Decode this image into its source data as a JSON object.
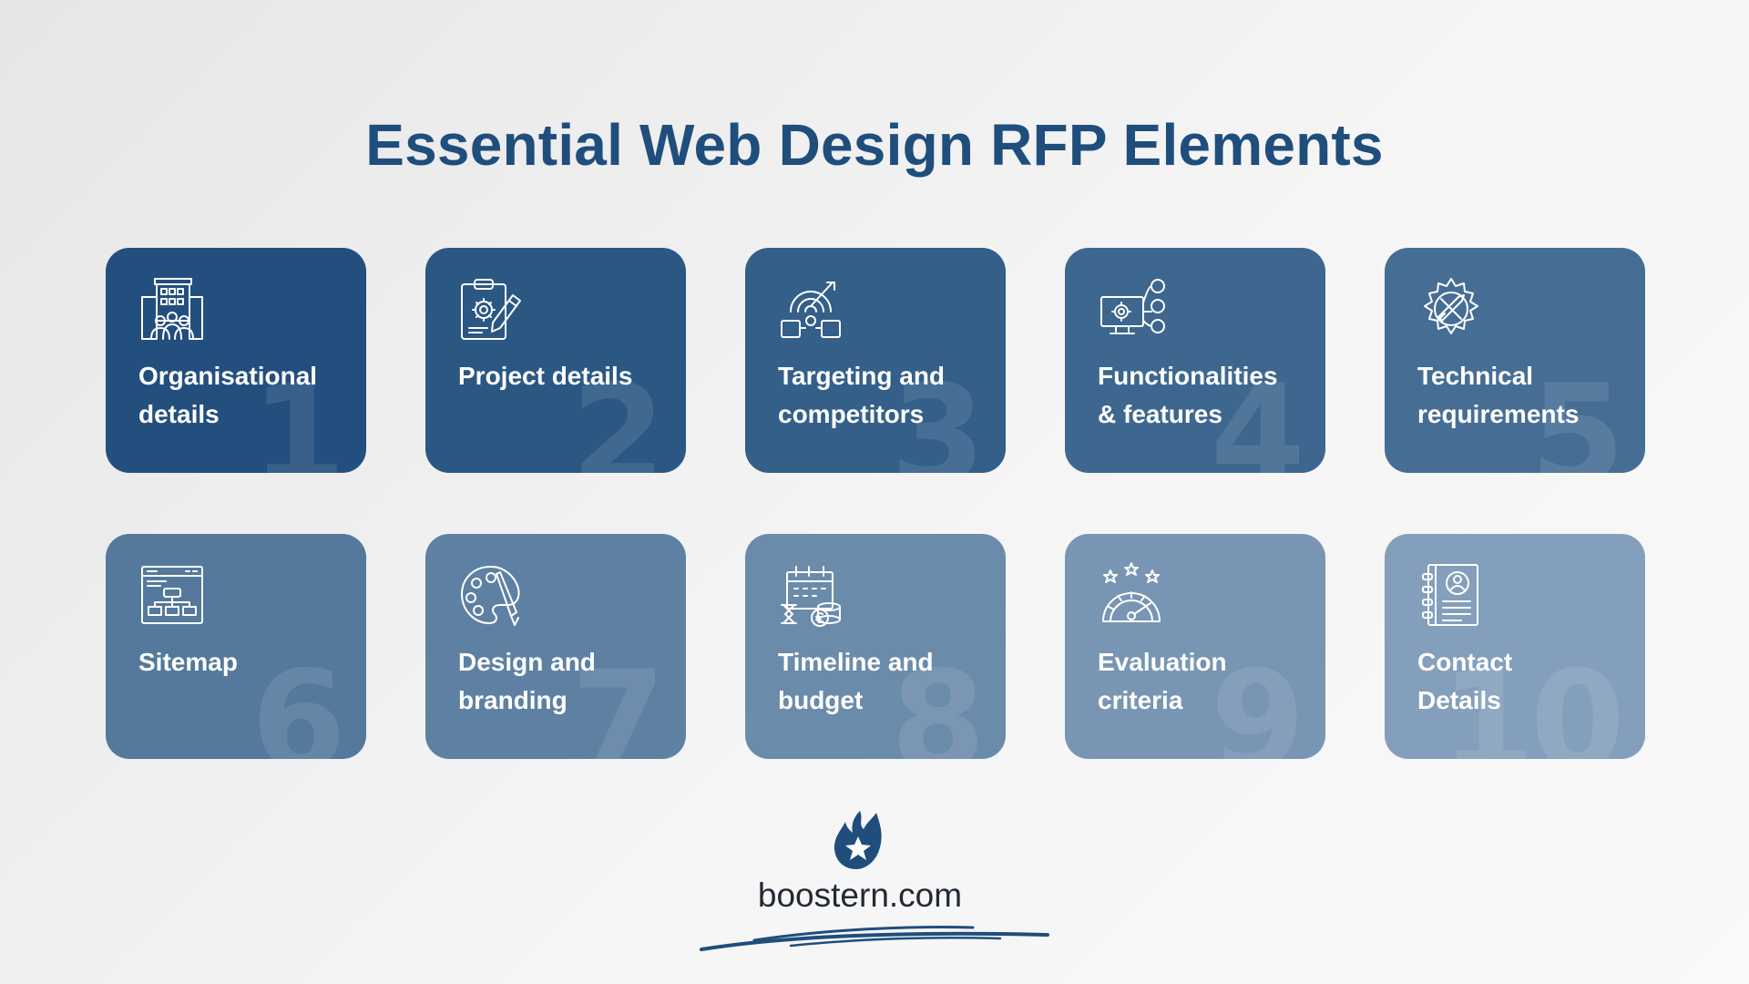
{
  "title": "Essential Web Design RFP Elements",
  "cards": [
    {
      "number": "1",
      "label_line1": "Organisational",
      "label_line2": "details",
      "icon": "building-people-icon",
      "color": "#234f7e"
    },
    {
      "number": "2",
      "label_line1": "Project details",
      "label_line2": "",
      "icon": "clipboard-gear-icon",
      "color": "#2b5883"
    },
    {
      "number": "3",
      "label_line1": "Targeting and",
      "label_line2": "competitors",
      "icon": "target-icon",
      "color": "#335f89"
    },
    {
      "number": "4",
      "label_line1": "Functionalities",
      "label_line2": "& features",
      "icon": "monitor-features-icon",
      "color": "#3d678f"
    },
    {
      "number": "5",
      "label_line1": "Technical",
      "label_line2": "requirements",
      "icon": "gear-tools-icon",
      "color": "#466e95"
    },
    {
      "number": "6",
      "label_line1": "Sitemap",
      "label_line2": "",
      "icon": "sitemap-icon",
      "color": "#54799c"
    },
    {
      "number": "7",
      "label_line1": "Design and",
      "label_line2": "branding",
      "icon": "palette-icon",
      "color": "#5e81a3"
    },
    {
      "number": "8",
      "label_line1": "Timeline and",
      "label_line2": "budget",
      "icon": "calendar-coins-icon",
      "color": "#6b8bab"
    },
    {
      "number": "9",
      "label_line1": "Evaluation",
      "label_line2": "criteria",
      "icon": "rating-gauge-icon",
      "color": "#7895b3"
    },
    {
      "number": "10",
      "label_line1": "Contact",
      "label_line2": "Details",
      "icon": "contact-book-icon",
      "color": "#849fbb"
    }
  ],
  "brand": {
    "text": "boostern.com",
    "logo_icon": "flame-star-icon",
    "color": "#1f4e7d"
  }
}
